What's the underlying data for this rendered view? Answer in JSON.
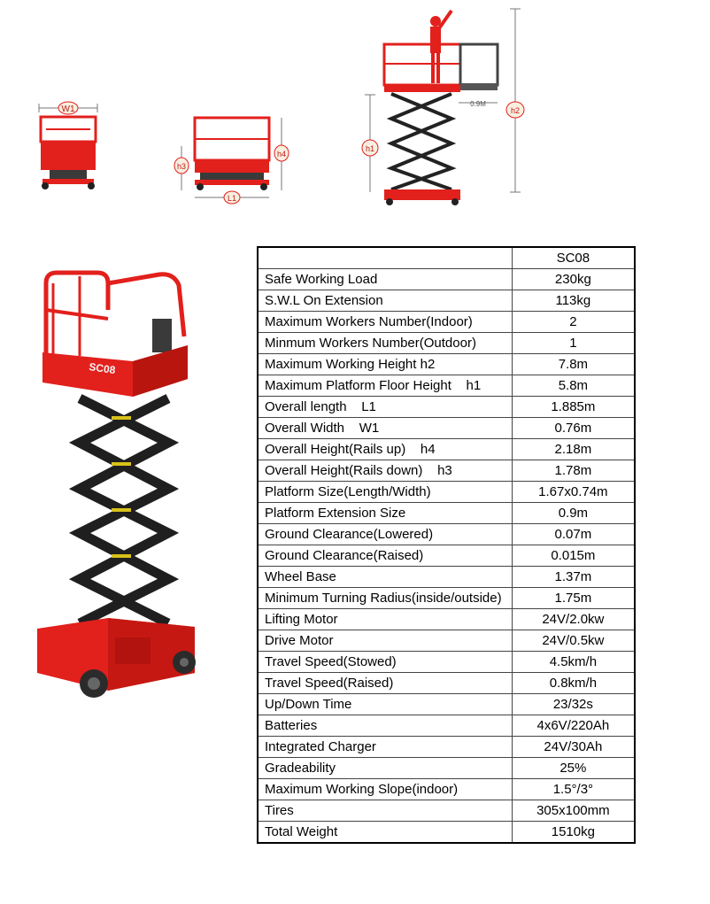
{
  "diagrams": {
    "front_view": {
      "dimension_label": "W1"
    },
    "side_view": {
      "height_left_label": "h3",
      "height_right_label": "h4",
      "length_label": "L1"
    },
    "raised_view": {
      "platform_height_label": "h1",
      "working_height_label": "h2",
      "extension_label": "0.9M"
    }
  },
  "product_photo": {
    "model_label": "SC08",
    "accent_color": "#e2201c",
    "frame_color": "#1f1f1f"
  },
  "spec_table": {
    "header": {
      "label": "",
      "value": "SC08"
    },
    "rows": [
      {
        "label": "Safe Working Load",
        "value": "230kg"
      },
      {
        "label": "S.W.L On Extension",
        "value": "113kg"
      },
      {
        "label": "Maximum Workers Number(Indoor)",
        "value": "2"
      },
      {
        "label": "Minmum Workers Number(Outdoor)",
        "value": "1"
      },
      {
        "label": "Maximum Working Height h2",
        "value": "7.8m"
      },
      {
        "label": "Maximum Platform Floor Height    h1",
        "value": "5.8m"
      },
      {
        "label": "Overall length    L1",
        "value": "1.885m"
      },
      {
        "label": "Overall Width    W1",
        "value": "0.76m"
      },
      {
        "label": "Overall Height(Rails up)    h4",
        "value": "2.18m"
      },
      {
        "label": "Overall Height(Rails down)    h3",
        "value": "1.78m"
      },
      {
        "label": "Platform Size(Length/Width)",
        "value": "1.67x0.74m"
      },
      {
        "label": "Platform Extension Size",
        "value": "0.9m"
      },
      {
        "label": "Ground Clearance(Lowered)",
        "value": "0.07m"
      },
      {
        "label": "Ground Clearance(Raised)",
        "value": "0.015m"
      },
      {
        "label": "Wheel Base",
        "value": "1.37m"
      },
      {
        "label": "Minimum Turning Radius(inside/outside)",
        "value": "1.75m"
      },
      {
        "label": "Lifting Motor",
        "value": "24V/2.0kw"
      },
      {
        "label": "Drive Motor",
        "value": "24V/0.5kw"
      },
      {
        "label": "Travel Speed(Stowed)",
        "value": "4.5km/h"
      },
      {
        "label": "Travel Speed(Raised)",
        "value": "0.8km/h"
      },
      {
        "label": "Up/Down Time",
        "value": "23/32s"
      },
      {
        "label": "Batteries",
        "value": "4x6V/220Ah"
      },
      {
        "label": "Integrated Charger",
        "value": "24V/30Ah"
      },
      {
        "label": "Gradeability",
        "value": "25%"
      },
      {
        "label": "Maximum Working Slope(indoor)",
        "value": "1.5°/3°"
      },
      {
        "label": "Tires",
        "value": "305x100mm"
      },
      {
        "label": "Total Weight",
        "value": "1510kg"
      }
    ]
  }
}
